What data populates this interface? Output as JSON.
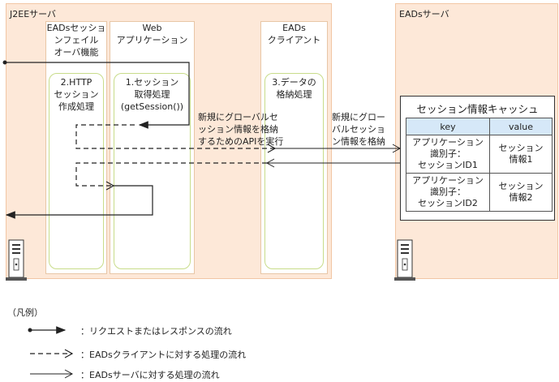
{
  "j2ee_server": {
    "title": "J2EEサーバ"
  },
  "eads_server": {
    "title": "EADsサーバ"
  },
  "columns": {
    "failover": "EADsセッショ\nンフェイル\nオーバ機能",
    "webapp": "Web\nアプリケーション",
    "client": "EADs\nクライアント"
  },
  "processes": {
    "http_session": "2.HTTP\nセッション\n作成処理",
    "get_session": "1.セッション\n取得処理\n(getSession())",
    "data_store": "3.データの\n格納処理"
  },
  "notes": {
    "api_call": "新規にグローバルセ\nッション情報を格納\nするためのAPIを実行",
    "store_info": "新規にグロー\nバルセッショ\nン情報を格納"
  },
  "cache": {
    "title": "セッション情報キャッシュ",
    "headers": [
      "key",
      "value"
    ],
    "rows": [
      {
        "key": "アプリケーション\n識別子：\nセッションID1",
        "value": "セッション\n情報1"
      },
      {
        "key": "アプリケーション\n識別子：\nセッションID2",
        "value": "セッション\n情報2"
      }
    ]
  },
  "legend": {
    "title": "（凡例）",
    "items": [
      "：リクエストまたはレスポンスの流れ",
      "：EADsクライアントに対する処理の流れ",
      "：EADsサーバに対する処理の流れ"
    ]
  }
}
